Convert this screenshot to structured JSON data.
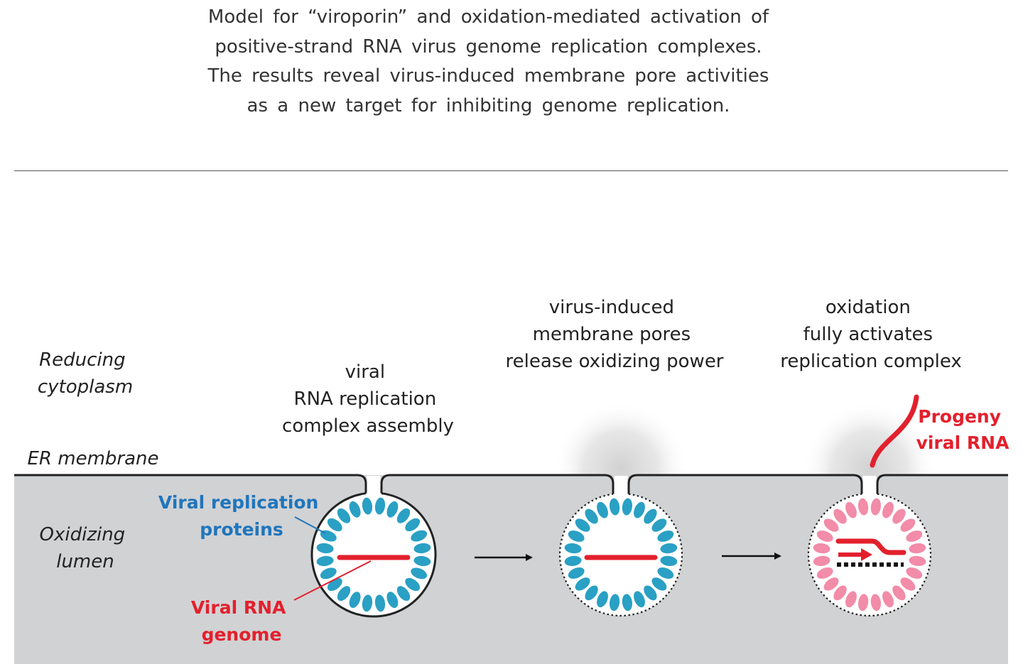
{
  "caption": {
    "lines": [
      "Model for “viroporin” and oxidation-mediated activation of",
      "positive-strand RNA virus genome replication complexes.",
      "The results reveal virus-induced membrane pore activities",
      "as a new target for inhibiting genome replication."
    ]
  },
  "labels": {
    "reducing": [
      "Reducing",
      "cytoplasm"
    ],
    "er_membrane": "ER membrane",
    "oxidizing": [
      "Oxidizing",
      "lumen"
    ],
    "viral_replication_proteins": [
      "Viral replication",
      "proteins"
    ],
    "viral_rna_genome": [
      "Viral RNA",
      "genome"
    ],
    "progeny_viral_rna": [
      "Progeny",
      "viral RNA"
    ]
  },
  "stages": [
    {
      "title": [
        "viral",
        "RNA replication",
        "complex assembly"
      ]
    },
    {
      "title": [
        "virus-induced",
        "membrane pores",
        "release oxidizing power"
      ]
    },
    {
      "title": [
        "oxidation",
        "fully activates",
        "replication complex"
      ]
    }
  ],
  "colors": {
    "lumen": "#d1d2d4",
    "protein_blue": "#2aa0c4",
    "protein_pink": "#f28ca8",
    "rna_red": "#e3202d",
    "label_blue": "#1f75bc",
    "label_red": "#e3202d",
    "text": "#222222"
  }
}
